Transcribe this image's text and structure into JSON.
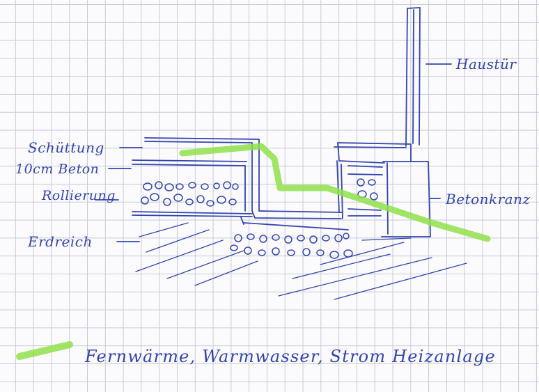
{
  "labels": {
    "haustuer": "Haustür",
    "schuettung": "Schüttung",
    "beton": "10cm Beton",
    "rollierung": "Rollierung",
    "erdreich": "Erdreich",
    "betonkranz": "Betonkranz"
  },
  "legend": {
    "text": "Fernwärme, Warmwasser, Strom Heizanlage"
  },
  "colors": {
    "ink": "#3344b0",
    "highlighter": "#8fe04a",
    "grid": "#c7cbd6",
    "paper": "#fbfbfd"
  }
}
